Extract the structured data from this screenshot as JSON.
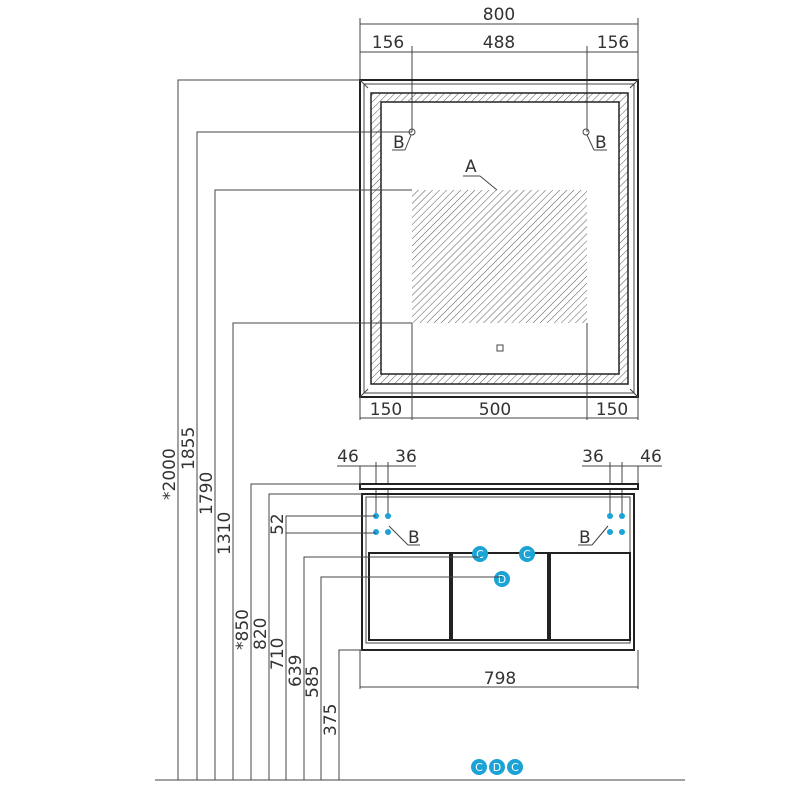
{
  "mirror": {
    "width": "800",
    "hole_left": "156",
    "hole_span": "488",
    "hole_right": "156",
    "light_left": "150",
    "light_width": "500",
    "light_right": "150",
    "label_a": "A",
    "label_b": "B"
  },
  "heights": {
    "total": "*2000",
    "hole": "1855",
    "light_top": "1790",
    "light_bottom": "1310",
    "cabinet_top": "*850",
    "cabinet_body": "820",
    "mount_spacing": "52",
    "mount": "710",
    "pipe_c": "639",
    "pipe_d": "585",
    "cabinet_bottom": "375"
  },
  "cabinet": {
    "edge_left": "46",
    "spacing_left": "36",
    "spacing_right": "36",
    "edge_right": "46",
    "width": "798",
    "label_b": "B"
  },
  "legend": {
    "c": "C",
    "d": "D"
  },
  "colors": {
    "accent": "#1aa3d4",
    "line": "#444444"
  }
}
